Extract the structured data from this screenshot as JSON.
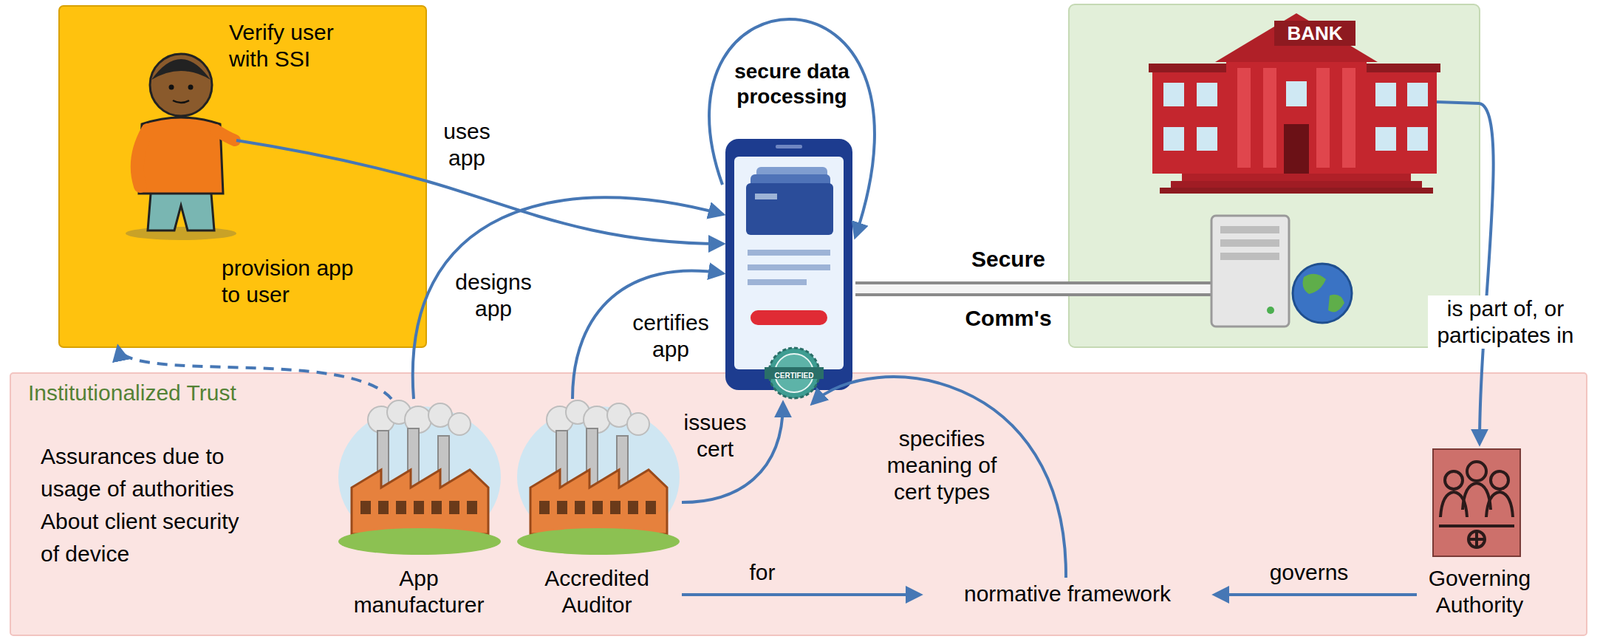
{
  "diagram": {
    "nodes": [
      {
        "text": [
          "Verify user with SSI"
        ]
      },
      {
        "text": [
          "CERTIFIED"
        ]
      },
      {
        "text": [
          "BANK"
        ]
      },
      {
        "text": [
          "Institutionalized Trust",
          "Assurances due to usage of authorities About client security of device"
        ]
      },
      {
        "text": [
          "App manufacturer"
        ],
        "in": 3
      },
      {
        "text": [
          "Accredited Auditor"
        ],
        "in": 3
      },
      {
        "text": [
          "normative framework"
        ],
        "in": 3
      },
      {
        "text": [
          "Governing Authority"
        ],
        "in": 3
      }
    ],
    "edges": [
      {
        "from": 0,
        "to": 1,
        "label": "uses app",
        "arrow": "to"
      },
      {
        "from": 4,
        "to": 1,
        "label": "designs app",
        "arrow": "to"
      },
      {
        "from": 4,
        "to": 0,
        "label": "provision app to user",
        "arrow": "to"
      },
      {
        "from": 5,
        "to": 1,
        "label": "certifies app",
        "arrow": "to"
      },
      {
        "from": 5,
        "to": 1,
        "label": "issues cert",
        "arrow": "to"
      },
      {
        "from": 1,
        "to": 1,
        "label": "secure data processing",
        "arrow": "to"
      },
      {
        "from": 1,
        "to": 2,
        "label": "Secure Comm's",
        "arrow": "none"
      },
      {
        "from": 2,
        "to": 7,
        "label": "is part of, or participates in",
        "arrow": "to"
      },
      {
        "from": 7,
        "to": 6,
        "label": "governs",
        "arrow": "to"
      },
      {
        "from": 5,
        "to": 6,
        "label": "for",
        "arrow": "to"
      },
      {
        "from": 6,
        "to": 1,
        "label": "specifies meaning of cert types",
        "arrow": "to"
      }
    ]
  }
}
